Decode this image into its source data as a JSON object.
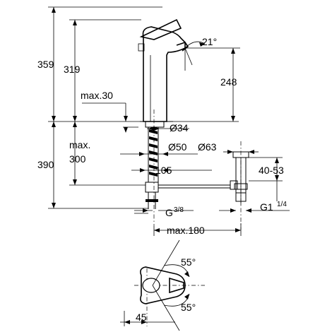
{
  "dimensions": {
    "total_height": "359",
    "spout_height": "319",
    "outlet_height": "248",
    "spout_angle": "21°",
    "lever_max": "max.30",
    "hole_small": "Ø34",
    "hole_large": "Ø50",
    "base_dia": "Ø63",
    "below_counter": "390",
    "max_label": "max.",
    "max_value": "300",
    "hose_offset": "105",
    "waste_range": "40-53",
    "connection_g": "G",
    "connection_g_fraction": "3/8",
    "waste_g1": "G1",
    "waste_g1_fraction": "1/4",
    "max_180": "max.180",
    "lever_angle_top": "55°",
    "lever_angle_bottom": "55°",
    "lever_offset": "45"
  }
}
